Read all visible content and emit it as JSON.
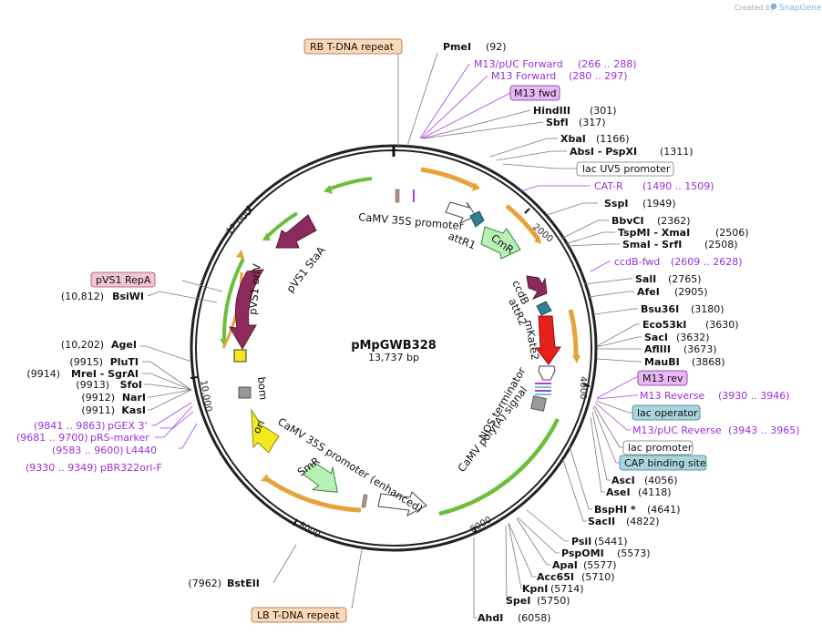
{
  "watermark": {
    "prefix": "Created by",
    "brand": "SnapGene"
  },
  "plasmid": {
    "name": "pMpGWB328",
    "length_label": "13,737 bp"
  },
  "ticks": [
    "2000",
    "4000",
    "6000",
    "8000",
    "10,000",
    "12,000"
  ],
  "features": {
    "camv35s_top": "CaMV 35S promoter",
    "attr1": "attR1",
    "cmr": "CmR",
    "ccdb": "ccdB",
    "attr2": "attR2",
    "mkate2": "mKate2",
    "nos": "NOS terminator",
    "camv_polya": "CaMV poly(A) signal",
    "camv35s_enh": "CaMV 35S promoter (enhanced)",
    "smr": "SmR",
    "ori": "ori",
    "bom": "bom",
    "pvs1_oriv": "pVS1 oriV",
    "pvs1_staa": "pVS1 StaA"
  },
  "boxed": {
    "rb": "RB T-DNA repeat",
    "lb": "LB T-DNA repeat",
    "m13fwd": "M13 fwd",
    "lacuv5": "lac UV5 promoter",
    "m13rev": "M13 rev",
    "lacop": "lac operator",
    "lacprom": "lac promoter",
    "cap": "CAP binding site",
    "pvs1repa": "pVS1 RepA"
  },
  "right_sites": [
    {
      "name": "PmeI",
      "pos": "(92)"
    },
    {
      "name": "HindIII",
      "pos": "(301)"
    },
    {
      "name": "SbfI",
      "pos": "(317)"
    },
    {
      "name": "XbaI",
      "pos": "(1166)"
    },
    {
      "name": "AbsI - PspXI",
      "pos": "(1311)"
    },
    {
      "name": "SspI",
      "pos": "(1949)"
    },
    {
      "name": "BbvCI",
      "pos": "(2362)"
    },
    {
      "name": "TspMI - XmaI",
      "pos": "(2506)"
    },
    {
      "name": "SmaI - SrfI",
      "pos": "(2508)"
    },
    {
      "name": "SalI",
      "pos": "(2765)"
    },
    {
      "name": "AfeI",
      "pos": "(2905)"
    },
    {
      "name": "Bsu36I",
      "pos": "(3180)"
    },
    {
      "name": "Eco53kI",
      "pos": "(3630)"
    },
    {
      "name": "SacI",
      "pos": "(3632)"
    },
    {
      "name": "AflIII",
      "pos": "(3673)"
    },
    {
      "name": "MauBI",
      "pos": "(3868)"
    },
    {
      "name": "AscI",
      "pos": "(4056)"
    },
    {
      "name": "AseI",
      "pos": "(4118)"
    },
    {
      "name": "BspHI *",
      "pos": "(4641)"
    },
    {
      "name": "SacII",
      "pos": "(4822)"
    },
    {
      "name": "PsiI",
      "pos": "(5441)"
    },
    {
      "name": "PspOMI",
      "pos": "(5573)"
    },
    {
      "name": "ApaI",
      "pos": "(5577)"
    },
    {
      "name": "Acc65I",
      "pos": "(5710)"
    },
    {
      "name": "KpnI",
      "pos": "(5714)"
    },
    {
      "name": "SpeI",
      "pos": "(5750)"
    },
    {
      "name": "AhdI",
      "pos": "(6058)"
    }
  ],
  "left_sites": [
    {
      "name": "BstEII",
      "pos": "(7962)"
    },
    {
      "name": "KasI",
      "pos": "(9911)"
    },
    {
      "name": "NarI",
      "pos": "(9912)"
    },
    {
      "name": "SfoI",
      "pos": "(9913)"
    },
    {
      "name": "MreI - SgrAI",
      "pos": "(9914)"
    },
    {
      "name": "PluTI",
      "pos": "(9915)"
    },
    {
      "name": "AgeI",
      "pos": "(10,202)"
    },
    {
      "name": "BsiWI",
      "pos": "(10,812)"
    }
  ],
  "primers": [
    {
      "name": "M13/pUC Forward",
      "range": "(266 .. 288)"
    },
    {
      "name": "M13 Forward",
      "range": "(280 .. 297)"
    },
    {
      "name": "CAT-R",
      "range": "(1490 .. 1509)"
    },
    {
      "name": "ccdB-fwd",
      "range": "(2609 .. 2628)"
    },
    {
      "name": "M13 Reverse",
      "range": "(3930 .. 3946)"
    },
    {
      "name": "M13/pUC Reverse",
      "range": "(3943 .. 3965)"
    },
    {
      "name": "pGEX 3'",
      "range": "(9841 .. 9863)"
    },
    {
      "name": "pRS-marker",
      "range": "(9681 .. 9700)"
    },
    {
      "name": "L4440",
      "range": "(9583 .. 9600)"
    },
    {
      "name": "pBR322ori-F",
      "range": "(9330 .. 9349)"
    }
  ],
  "colors": {
    "backbone": "#222222",
    "primer": "#9b2fd4",
    "orange_feat": "#e8a23a",
    "green_feat": "#6bbf3a",
    "purple_feat": "#8c2a5c",
    "red_feat": "#e8201a",
    "yellow_feat": "#f2ea1c",
    "teal_feat": "#2f7f8f"
  }
}
